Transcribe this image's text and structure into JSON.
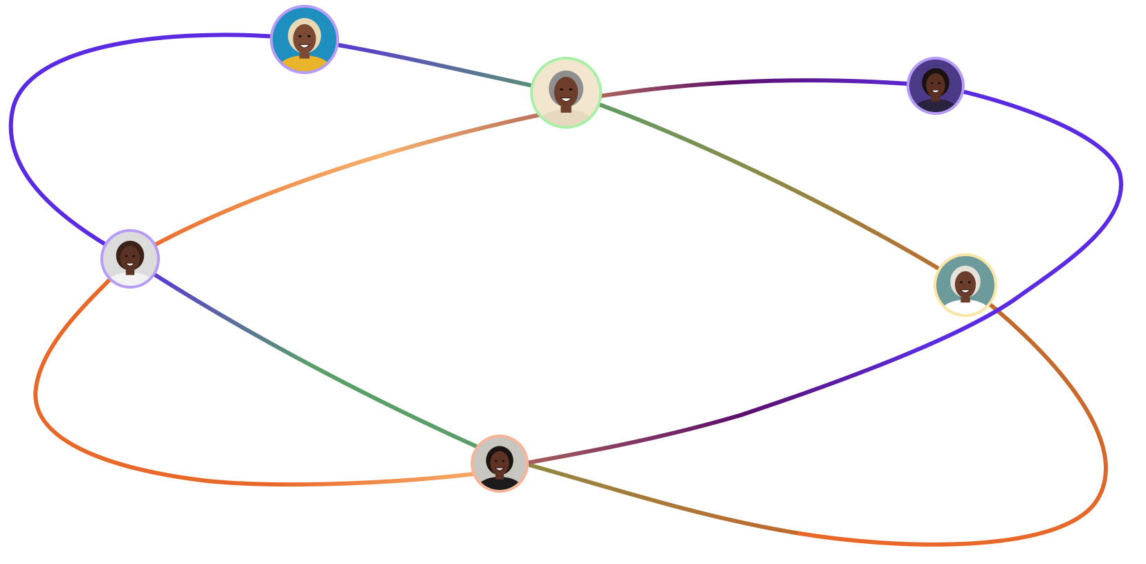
{
  "graphic": {
    "colors": {
      "violet": "#5a2be0",
      "dark_purple": "#5c0f6b",
      "green": "#5a9e6a",
      "peach": "#f7b06c",
      "orange": "#e8682a",
      "olive": "#8c8a46",
      "brown_orange": "#c06a2e",
      "mauve": "#b0685a"
    },
    "avatars": [
      {
        "name": "avatar-woman-short-blonde-hair",
        "ring": "#b69cf6",
        "bg": "#1e8fbf",
        "skin": "#7b4a35",
        "hair": "#e8d9b4",
        "shirt": "#e9b32c"
      },
      {
        "name": "avatar-elder-woman-gray-afro",
        "ring": "#a8f0a6",
        "bg": "#f3e6cf",
        "skin": "#6c3e2b",
        "hair": "#8e8e8e",
        "shirt": "#e7d8c0"
      },
      {
        "name": "avatar-young-woman-curly-hair",
        "ring": "#b69cf6",
        "bg": "#4b3a85",
        "skin": "#5a3023",
        "hair": "#1b1110",
        "shirt": "#2a2340"
      },
      {
        "name": "avatar-bald-man-smiling",
        "ring": "#b69cf6",
        "bg": "#dcdcdc",
        "skin": "#5a3325",
        "hair": "#3b2218",
        "shirt": "#f2f2f2"
      },
      {
        "name": "avatar-elder-man-white-beard",
        "ring": "#fce6a6",
        "bg": "#6d9a9a",
        "skin": "#6a3d2c",
        "hair": "#e6e2da",
        "shirt": "#ffffff"
      },
      {
        "name": "avatar-woman-laughing-dark-hair",
        "ring": "#f6b49a",
        "bg": "#c7c7bf",
        "skin": "#5e3325",
        "hair": "#1c1412",
        "shirt": "#1d1b1c"
      }
    ]
  }
}
